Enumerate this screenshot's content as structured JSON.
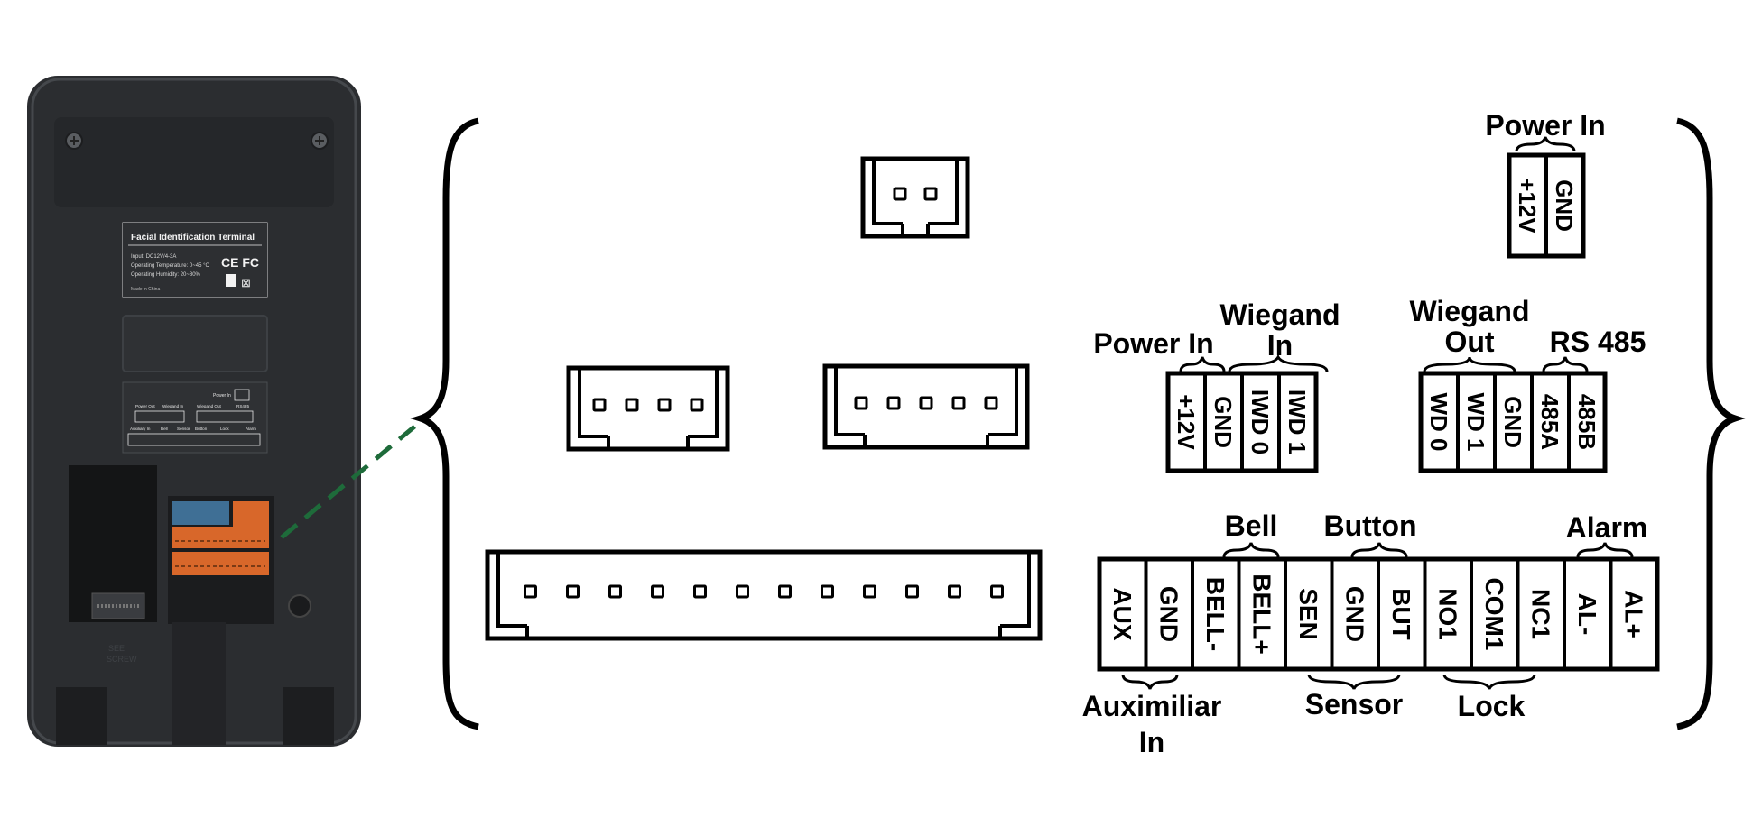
{
  "device": {
    "label": {
      "title": "Facial Identification Terminal",
      "line1": "Input: DC12V/4-3A",
      "line2": "Operating Temperature: 0~45 °C",
      "line3": "Operating Humidity: 20~80%",
      "line4": "Made in China",
      "marks": "CE FC"
    },
    "mini_panel": {
      "power_in": "Power In",
      "row1_labels": [
        "Power Out",
        "Wiegand In",
        "Wiegand Out",
        "RS485"
      ],
      "row2_labels": [
        "Auxiliary In",
        "Bell",
        "Sensor",
        "Button",
        "Lock",
        "Alarm"
      ]
    },
    "bottom_text": [
      "SEE",
      "SCREW"
    ]
  },
  "connectors": {
    "two_pin": {
      "pins": 2
    },
    "four_pin": {
      "pins": 4
    },
    "five_pin": {
      "pins": 5
    },
    "twelve_pin": {
      "pins": 12
    }
  },
  "pinouts": {
    "power_in_top": {
      "group_label": "Power In",
      "pins": [
        "+12V",
        "GND"
      ]
    },
    "power_wiegand_in": {
      "groups": [
        {
          "label": "Power In"
        },
        {
          "label_lines": [
            "Wiegand",
            "In"
          ]
        }
      ],
      "pins": [
        "+12V",
        "GND",
        "IWD 0",
        "IWD 1"
      ]
    },
    "wiegand_out_rs485": {
      "groups": [
        {
          "label_lines": [
            "Wiegand",
            "Out"
          ]
        },
        {
          "label": "RS 485"
        }
      ],
      "pins": [
        "WD 0",
        "WD 1",
        "GND",
        "485A",
        "485B"
      ]
    },
    "io_strip": {
      "pins": [
        "AUX",
        "GND",
        "BELL-",
        "BELL+",
        "SEN",
        "GND",
        "BUT",
        "NO1",
        "COM1",
        "NC1",
        "AL-",
        "AL+"
      ],
      "top_groups": [
        {
          "label": "Bell"
        },
        {
          "label": "Button"
        },
        {
          "label": "Alarm"
        }
      ],
      "bottom_groups": [
        {
          "label_lines": [
            "Auximiliar",
            "In"
          ]
        },
        {
          "label": "Sensor"
        },
        {
          "label": "Lock"
        }
      ]
    }
  },
  "colors": {
    "device_body": "#2b2d30",
    "device_panel": "#3a3c40",
    "terminal_orange": "#d8672a",
    "terminal_blue": "#3f6f95",
    "leader_line": "#1e6b3a",
    "ink": "#000000"
  }
}
